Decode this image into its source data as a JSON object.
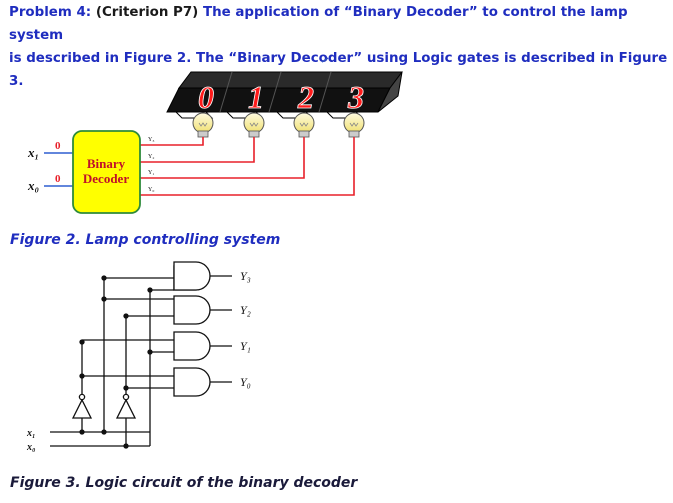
{
  "problem": {
    "lead": "Problem 4:",
    "criterion": "(Criterion P7)",
    "text_line1": "The application of “Binary Decoder” to control the lamp system",
    "text_line2": "is described in Figure 2. The “Binary Decoder” using Logic gates is described in Figure 3."
  },
  "figure2": {
    "caption": "Figure 2. Lamp controlling system",
    "decoder_label_line1": "Binary",
    "decoder_label_line2": "Decoder",
    "inputs": [
      {
        "name": "x₁",
        "value": "0"
      },
      {
        "name": "x₀",
        "value": "0"
      }
    ],
    "outputs": [
      "Y₃",
      "Y₂",
      "Y₁",
      "Y₀"
    ],
    "digits": [
      "0",
      "1",
      "2",
      "3"
    ]
  },
  "figure3": {
    "caption": "Figure 3. Logic circuit of the binary decoder",
    "inputs": [
      "x₁",
      "x₀"
    ],
    "outputs": [
      "Y₃",
      "Y₂",
      "Y₁",
      "Y₀"
    ]
  },
  "colors": {
    "heading": "#1f2dbf",
    "decoder_fill": "#ffff00",
    "decoder_stroke": "#2e8b3a",
    "wire_red": "#e8202a",
    "wire_blue": "#2f5fd0",
    "digit_red": "#ff1a1a",
    "display_bg": "#111111",
    "bulb": "#f5e98a"
  }
}
